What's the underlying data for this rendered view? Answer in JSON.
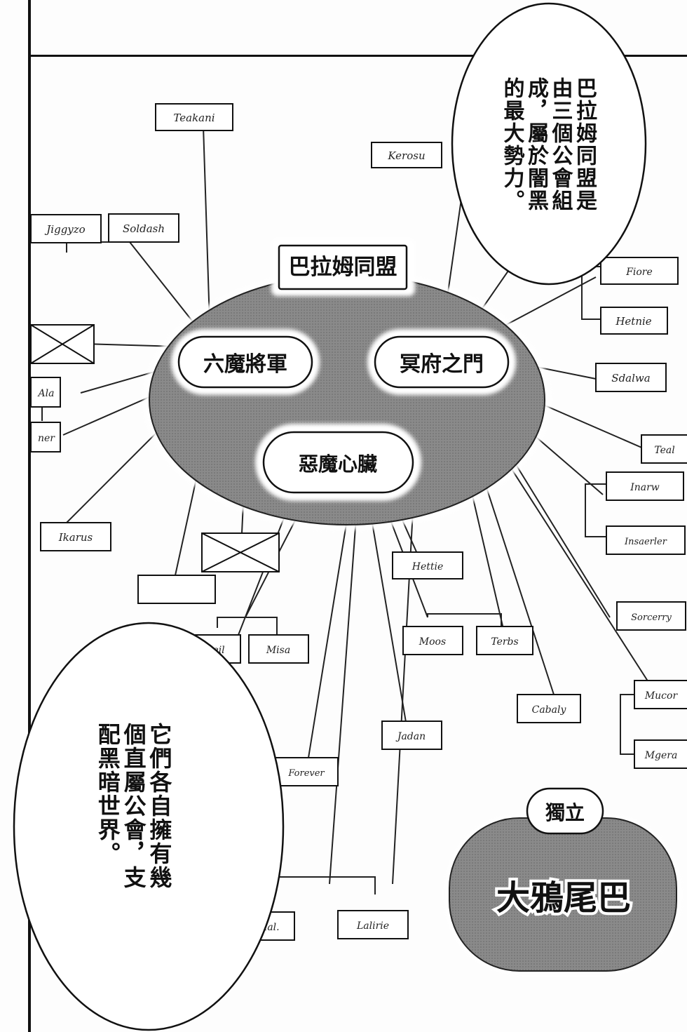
{
  "speech_bubbles": {
    "top_right": "巴拉姆同盟是\n由三個公會組\n成，屬於闇黑\n的最大勢力。",
    "bottom_left": "它們各自擁有幾\n個直屬公會，支\n配黑暗世界。"
  },
  "alliance": {
    "title": "巴拉姆同盟",
    "guilds": {
      "rokuma": "六魔將軍",
      "meifu": "冥府之門",
      "akuma": "惡魔心臟"
    }
  },
  "independent": {
    "label": "獨立",
    "guild": "大鴉尾巴"
  },
  "subguilds": {
    "g1": "Teakani",
    "g2": "Kerosu",
    "g3": "Jiggyzo",
    "g4": "Soldash",
    "g5": "Ala",
    "g6": "ner",
    "g7": "Ikarus",
    "g8": "Fiore",
    "g9": "Hetnie",
    "g10": "Sdalwa",
    "g11": "Teal",
    "g12": "Inarw",
    "g13": "Insaerler",
    "g14": "Sorcerry",
    "g15": "Hettie",
    "g16": "Moos",
    "g17": "Terbs",
    "g18": "Sleil",
    "g19": "Misa",
    "g20": "Cabaly",
    "g21": "Jadan",
    "g22": "Forever",
    "g23": "Mucor",
    "g24": "Mgera",
    "g25": "Olal.",
    "g26": "Lalirie"
  }
}
